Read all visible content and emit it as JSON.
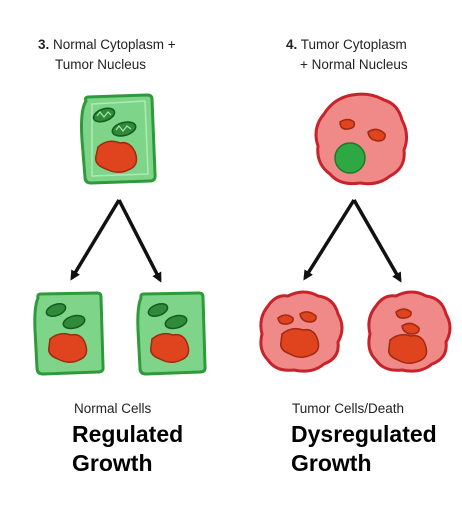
{
  "left_panel": {
    "number": "3.",
    "title_line1": "Normal Cytoplasm +",
    "title_line2": "Tumor Nucleus",
    "caption": "Normal Cells",
    "outcome_line1": "Regulated",
    "outcome_line2": "Growth"
  },
  "right_panel": {
    "number": "4.",
    "title_line1": "Tumor Cytoplasm",
    "title_line2": "+ Normal Nucleus",
    "caption": "Tumor Cells/Death",
    "outcome_line1": "Dysregulated",
    "outcome_line2": "Growth"
  },
  "colors": {
    "normal_cell_fill": "#7ed58a",
    "normal_cell_border": "#2e9a3a",
    "tumor_cell_fill": "#f08a88",
    "tumor_cell_border": "#c8232a",
    "tumor_nucleus": "#e0441e",
    "normal_nucleus": "#2ea843",
    "arrow": "#111111"
  }
}
